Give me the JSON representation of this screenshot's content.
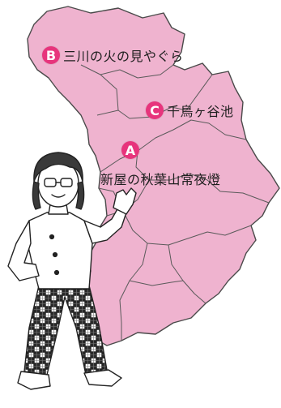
{
  "colors": {
    "region_fill": "#efb3cf",
    "region_stroke": "#4a4a4a",
    "marker": "#e7347c",
    "text": "#1f1f1f"
  },
  "markers": [
    {
      "letter": "B",
      "label": "三川の火の見やぐら",
      "icon": "marker-b-badge"
    },
    {
      "letter": "C",
      "label": "千鳥ヶ谷池",
      "icon": "marker-c-badge"
    },
    {
      "letter": "A",
      "label": "新屋の秋葉山常夜燈",
      "icon": "marker-a-badge"
    }
  ],
  "illustration": {
    "icon": "waving-woman-illustration"
  }
}
